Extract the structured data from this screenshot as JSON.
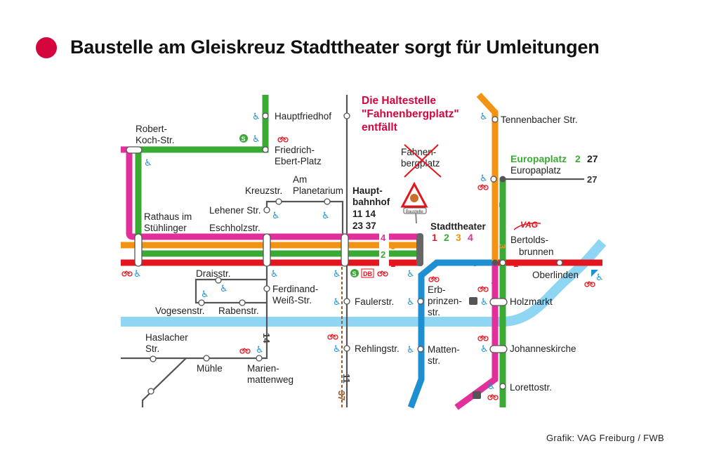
{
  "header": {
    "title": "Baustelle am Gleiskreuz Stadttheater sorgt für Umleitungen"
  },
  "credit": "Grafik: VAG Freiburg / FWB",
  "colors": {
    "line1": "#e3161f",
    "line2": "#3aaa35",
    "line3": "#f39314",
    "line4": "#e2309b",
    "line5": "#1e8fd2",
    "river": "#8fd6f4",
    "bus": "#555555",
    "accent": "#d4063d",
    "line37": "#9a5a2a"
  },
  "notice": {
    "lines": [
      "Die Haltestelle",
      "\"Fahnenbergplatz\"",
      "entfällt"
    ]
  },
  "closed_stop": {
    "lines": [
      "Fahnen-",
      "bergplatz"
    ],
    "sign": "Baustelle"
  },
  "stadttheater": {
    "name": "Stadttheater",
    "lines": [
      "1",
      "2",
      "3",
      "4"
    ]
  },
  "hauptbahnhof": {
    "name": [
      "Haupt-",
      "bahnhof"
    ],
    "lines": [
      "11 14",
      "23 37"
    ]
  },
  "europaplatz": {
    "name": "Europaplatz",
    "lines": [
      "2",
      "27"
    ],
    "label": "Europaplatz",
    "bus": "27"
  },
  "line_numbers": {
    "l1": "1",
    "l2": "2",
    "l3": "3",
    "l4": "4",
    "l5": "5",
    "l11": "11",
    "l14": "14",
    "l37": "37"
  },
  "logo": "VAG",
  "icons": {
    "s_bahn": "S",
    "db": "DB",
    "wheelchair": "♿"
  },
  "stations": {
    "hauptfriedhof": [
      "Hauptfriedhof"
    ],
    "robert_koch": [
      "Robert-",
      "Koch-Str."
    ],
    "friedrich_ebert": [
      "Friedrich-",
      "Ebert-Platz"
    ],
    "am_planetarium": [
      "Am",
      "Planetarium"
    ],
    "kreuzstr": [
      "Kreuzstr."
    ],
    "lehener": [
      "Lehener Str."
    ],
    "eschholz": [
      "Eschholzstr."
    ],
    "rathaus": [
      "Rathaus im",
      "Stühlinger"
    ],
    "draisstr": [
      "Draisstr."
    ],
    "ferdinand": [
      "Ferdinand-",
      "Weiß-Str."
    ],
    "vogesen": [
      "Vogesenstr."
    ],
    "raben": [
      "Rabenstr."
    ],
    "haslacher": [
      "Haslacher",
      "Str."
    ],
    "muehle": [
      "Mühle"
    ],
    "marienmatten": [
      "Marien-",
      "mattenweg"
    ],
    "faulerstr": [
      "Faulerstr."
    ],
    "rehlingstr": [
      "Rehlingstr."
    ],
    "erbprinzen": [
      "Erb-",
      "prinzen-",
      "str."
    ],
    "mattenstr": [
      "Matten-",
      "str."
    ],
    "tennenbacher": [
      "Tennenbacher Str."
    ],
    "bertolds": [
      "Bertolds-",
      "brunnen"
    ],
    "oberlinden": [
      "Oberlinden"
    ],
    "holzmarkt": [
      "Holzmarkt"
    ],
    "johanneskirche": [
      "Johanneskirche"
    ],
    "lorettostr": [
      "Lorettostr."
    ]
  }
}
